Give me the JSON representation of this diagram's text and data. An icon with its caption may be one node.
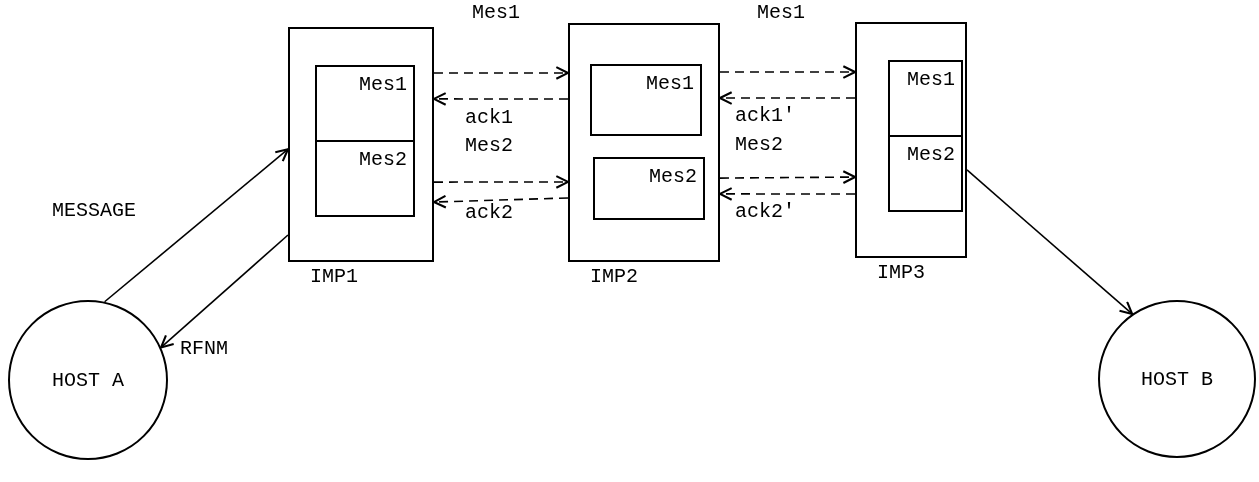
{
  "diagram": {
    "nodes": [
      {
        "text": [
          "IMP1"
        ]
      },
      {
        "text": [
          "Mes1"
        ],
        "in": 0
      },
      {
        "text": [
          "Mes2"
        ],
        "in": 0
      },
      {
        "text": [
          "IMP2"
        ]
      },
      {
        "text": [
          "Mes1"
        ],
        "in": 3
      },
      {
        "text": [
          "Mes2"
        ],
        "in": 3
      },
      {
        "text": [
          "IMP3"
        ]
      },
      {
        "text": [
          "Mes1"
        ],
        "in": 6
      },
      {
        "text": [
          "Mes2"
        ],
        "in": 6
      },
      {
        "text": [
          "HOST A"
        ]
      },
      {
        "text": [
          "HOST B"
        ]
      }
    ],
    "edges": [
      {
        "from": 9,
        "to": 0,
        "arrow": "to",
        "label": "MESSAGE"
      },
      {
        "from": 0,
        "to": 9,
        "arrow": "to",
        "label": "RFNM"
      },
      {
        "from": 0,
        "to": 3,
        "arrow": "to",
        "label": "Mes1",
        "style": "dashed"
      },
      {
        "from": 3,
        "to": 0,
        "arrow": "to",
        "label": "ack1",
        "style": "dashed"
      },
      {
        "from": 0,
        "to": 3,
        "arrow": "to",
        "label": "Mes2",
        "style": "dashed"
      },
      {
        "from": 3,
        "to": 0,
        "arrow": "to",
        "label": "ack2",
        "style": "dashed"
      },
      {
        "from": 3,
        "to": 6,
        "arrow": "to",
        "label": "Mes1",
        "style": "dashed"
      },
      {
        "from": 6,
        "to": 3,
        "arrow": "to",
        "label": "ack1'",
        "style": "dashed"
      },
      {
        "from": 3,
        "to": 6,
        "arrow": "to",
        "label": "Mes2",
        "style": "dashed"
      },
      {
        "from": 6,
        "to": 3,
        "arrow": "to",
        "label": "ack2'",
        "style": "dashed"
      },
      {
        "from": 6,
        "to": 10,
        "arrow": "to"
      }
    ]
  }
}
